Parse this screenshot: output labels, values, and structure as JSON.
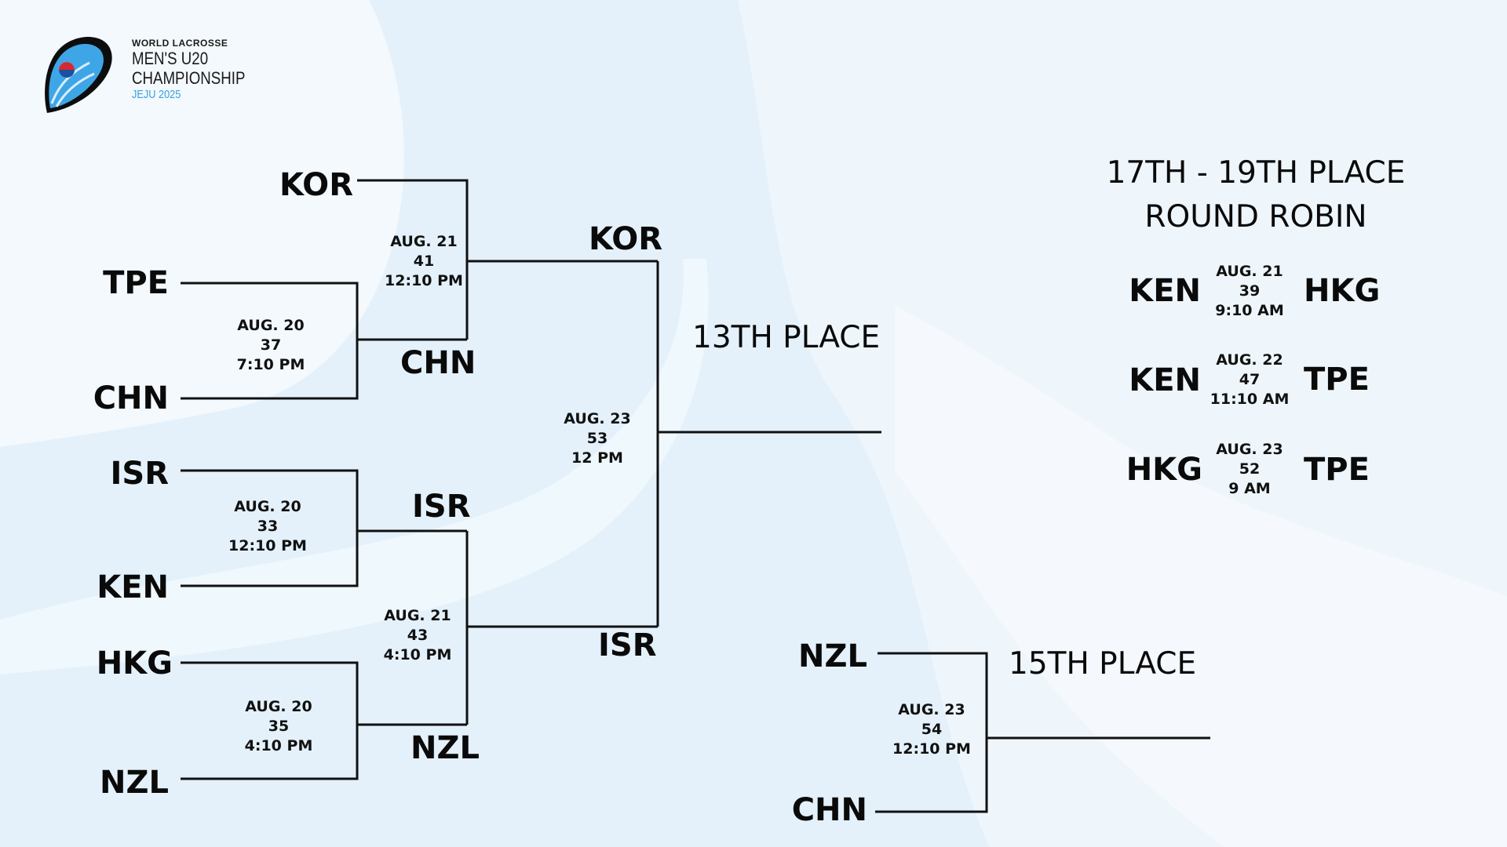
{
  "header": {
    "org": "WORLD LACROSSE",
    "event_line1": "MEN'S U20",
    "event_line2": "CHAMPIONSHIP",
    "location": "JEJU 2025"
  },
  "colors": {
    "background": "#e4f1fb",
    "accent": "#3aa0e0",
    "text": "#0a0a0a"
  },
  "bracket": {
    "round1": [
      {
        "team1": "TPE",
        "team2": "CHN",
        "date": "AUG. 20",
        "game": "37",
        "time": "7:10 PM"
      },
      {
        "team1": "ISR",
        "team2": "KEN",
        "date": "AUG. 20",
        "game": "33",
        "time": "12:10 PM"
      },
      {
        "team1": "HKG",
        "team2": "NZL",
        "date": "AUG. 20",
        "game": "35",
        "time": "4:10 PM"
      }
    ],
    "round2": [
      {
        "team1": "KOR",
        "team2": "CHN",
        "date": "AUG. 21",
        "game": "41",
        "time": "12:10 PM"
      },
      {
        "team1": "ISR",
        "team2": "NZL",
        "date": "AUG. 21",
        "game": "43",
        "time": "4:10 PM"
      }
    ],
    "final13": {
      "team1": "KOR",
      "team2": "ISR",
      "date": "AUG. 23",
      "game": "53",
      "time": "12 PM",
      "label": "13TH PLACE"
    },
    "final15": {
      "team1": "NZL",
      "team2": "CHN",
      "date": "AUG. 23",
      "game": "54",
      "time": "12:10 PM",
      "label": "15TH PLACE"
    }
  },
  "round_robin": {
    "title_line1": "17TH - 19TH PLACE",
    "title_line2": "ROUND ROBIN",
    "games": [
      {
        "team1": "KEN",
        "team2": "HKG",
        "date": "AUG. 21",
        "game": "39",
        "time": "9:10 AM"
      },
      {
        "team1": "KEN",
        "team2": "TPE",
        "date": "AUG. 22",
        "game": "47",
        "time": "11:10 AM"
      },
      {
        "team1": "HKG",
        "team2": "TPE",
        "date": "AUG. 23",
        "game": "52",
        "time": "9 AM"
      }
    ]
  }
}
